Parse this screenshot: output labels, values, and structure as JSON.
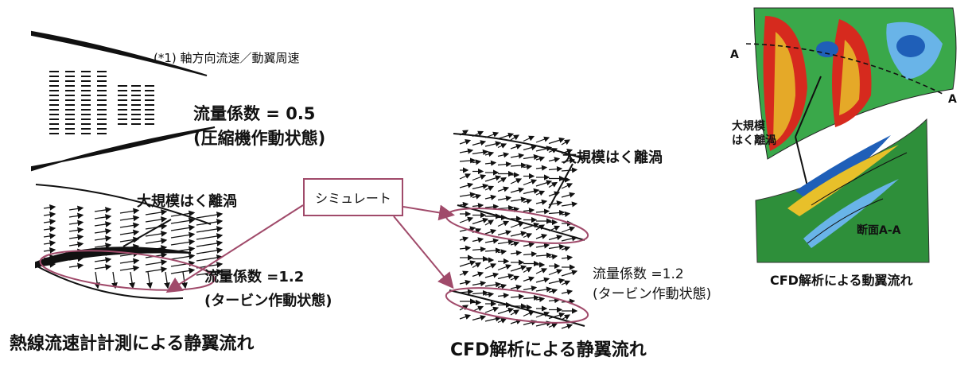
{
  "left_panel": {
    "note": "(*1) 軸方向流速／動翼周速",
    "flow_coef_top": "流量係数 = 0.5",
    "state_top": "(圧縮機作動状態)",
    "vortex_label": "大規模はく離渦",
    "flow_coef_bottom": "流量係数 =1.2",
    "state_bottom": "(タービン作動状態)",
    "caption": "熱線流速計計測による静翼流れ"
  },
  "simulate_box": {
    "label": "シミュレート"
  },
  "center_panel": {
    "vortex_label": "大規模はく離渦",
    "flow_coef": "流量係数 =1.2",
    "state": "(タービン作動状態)",
    "caption": "CFD解析による静翼流れ"
  },
  "right_panel": {
    "section_label_a_left": "A",
    "section_label_a_right": "A",
    "vortex_label_line1": "大規模",
    "vortex_label_line2": "はく離渦",
    "section_caption": "断面A-A",
    "caption": "CFD解析による動翼流れ"
  },
  "colors": {
    "accent_line": "#a04a6a",
    "contour_red": "#d62a1e",
    "contour_green": "#3aa84a",
    "contour_blue": "#1f5fb8"
  }
}
